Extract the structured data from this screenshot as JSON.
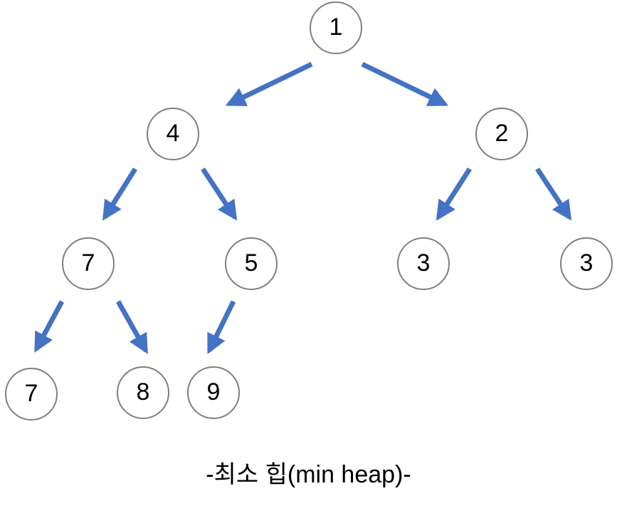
{
  "diagram": {
    "type": "tree",
    "edge_color": "#4472c4",
    "node_border_color": "#7f7f7f",
    "nodes": [
      {
        "id": "n1",
        "label": "1"
      },
      {
        "id": "n2",
        "label": "4"
      },
      {
        "id": "n3",
        "label": "2"
      },
      {
        "id": "n4",
        "label": "7"
      },
      {
        "id": "n5",
        "label": "5"
      },
      {
        "id": "n6",
        "label": "3"
      },
      {
        "id": "n7",
        "label": "3"
      },
      {
        "id": "n8",
        "label": "7"
      },
      {
        "id": "n9",
        "label": "8"
      },
      {
        "id": "n10",
        "label": "9"
      }
    ],
    "edges": [
      {
        "from": "n1",
        "to": "n2"
      },
      {
        "from": "n1",
        "to": "n3"
      },
      {
        "from": "n2",
        "to": "n4"
      },
      {
        "from": "n2",
        "to": "n5"
      },
      {
        "from": "n3",
        "to": "n6"
      },
      {
        "from": "n3",
        "to": "n7"
      },
      {
        "from": "n4",
        "to": "n8"
      },
      {
        "from": "n4",
        "to": "n9"
      },
      {
        "from": "n5",
        "to": "n10"
      }
    ]
  },
  "caption": "-최소 힙(min heap)-"
}
